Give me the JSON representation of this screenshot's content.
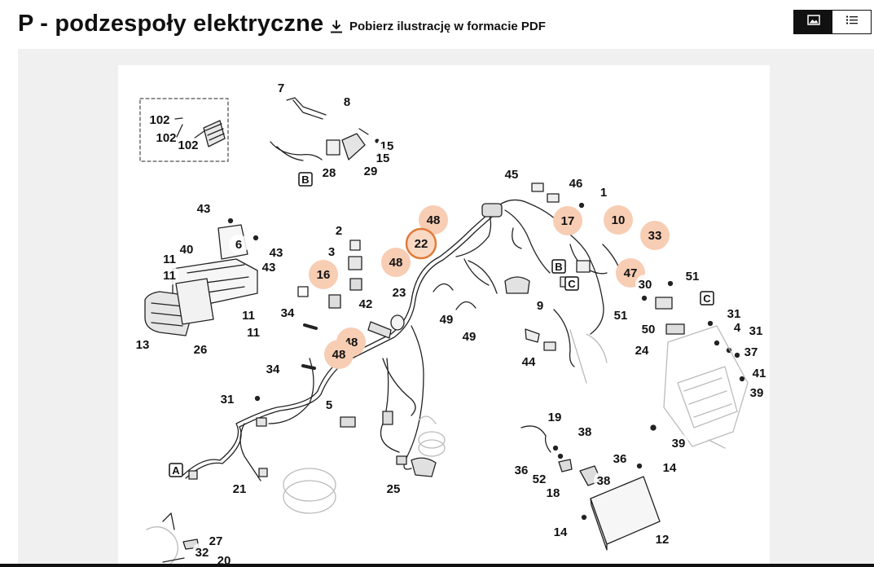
{
  "page": {
    "title": "P - podzespoły elektryczne",
    "pdf_link_label": "Pobierz ilustrację w formacie PDF"
  },
  "view_toggle": {
    "image_icon": "image-icon",
    "list_icon": "list-icon",
    "active": "image"
  },
  "colors": {
    "highlight_fill": "#f7cdb3",
    "selected_ring": "#e07b39",
    "panel_bg": "#f0f0f0"
  },
  "diagram": {
    "callouts": [
      {
        "id": "c102a",
        "label": "102"
      },
      {
        "id": "c102b",
        "label": "102"
      },
      {
        "id": "c102c",
        "label": "102"
      },
      {
        "id": "c7",
        "label": "7"
      },
      {
        "id": "c8",
        "label": "8"
      },
      {
        "id": "c15a",
        "label": "15"
      },
      {
        "id": "c15b",
        "label": "15"
      },
      {
        "id": "c28",
        "label": "28"
      },
      {
        "id": "c29",
        "label": "29"
      },
      {
        "id": "c45",
        "label": "45"
      },
      {
        "id": "c46",
        "label": "46"
      },
      {
        "id": "c1",
        "label": "1"
      },
      {
        "id": "c48a",
        "label": "48",
        "highlighted": true
      },
      {
        "id": "c17",
        "label": "17",
        "highlighted": true
      },
      {
        "id": "c10",
        "label": "10",
        "highlighted": true
      },
      {
        "id": "c33",
        "label": "33",
        "highlighted": true
      },
      {
        "id": "c22",
        "label": "22",
        "highlighted": true,
        "selected": true
      },
      {
        "id": "c48b",
        "label": "48",
        "highlighted": true
      },
      {
        "id": "c47",
        "label": "47",
        "highlighted": true
      },
      {
        "id": "c16",
        "label": "16",
        "highlighted": true
      },
      {
        "id": "c48c",
        "label": "48",
        "highlighted": true
      },
      {
        "id": "c48d",
        "label": "48",
        "highlighted": true
      },
      {
        "id": "c43a",
        "label": "43"
      },
      {
        "id": "c6",
        "label": "6"
      },
      {
        "id": "c43b",
        "label": "43"
      },
      {
        "id": "c43c",
        "label": "43"
      },
      {
        "id": "c40",
        "label": "40"
      },
      {
        "id": "c11a",
        "label": "11"
      },
      {
        "id": "c11b",
        "label": "11"
      },
      {
        "id": "c11c",
        "label": "11"
      },
      {
        "id": "c11d",
        "label": "11"
      },
      {
        "id": "c13",
        "label": "13"
      },
      {
        "id": "c26",
        "label": "26"
      },
      {
        "id": "c2",
        "label": "2"
      },
      {
        "id": "c3",
        "label": "3"
      },
      {
        "id": "c34a",
        "label": "34"
      },
      {
        "id": "c34b",
        "label": "34"
      },
      {
        "id": "c42",
        "label": "42"
      },
      {
        "id": "c23",
        "label": "23"
      },
      {
        "id": "c49a",
        "label": "49"
      },
      {
        "id": "c49b",
        "label": "49"
      },
      {
        "id": "c9",
        "label": "9"
      },
      {
        "id": "c51a",
        "label": "51"
      },
      {
        "id": "c51b",
        "label": "51"
      },
      {
        "id": "c30",
        "label": "30"
      },
      {
        "id": "c31a",
        "label": "31"
      },
      {
        "id": "c31b",
        "label": "31"
      },
      {
        "id": "c31c",
        "label": "31"
      },
      {
        "id": "c4",
        "label": "4"
      },
      {
        "id": "c50",
        "label": "50"
      },
      {
        "id": "c24",
        "label": "24"
      },
      {
        "id": "c37",
        "label": "37"
      },
      {
        "id": "c41",
        "label": "41"
      },
      {
        "id": "c39a",
        "label": "39"
      },
      {
        "id": "c39b",
        "label": "39"
      },
      {
        "id": "c44",
        "label": "44"
      },
      {
        "id": "c5",
        "label": "5"
      },
      {
        "id": "c19",
        "label": "19"
      },
      {
        "id": "c38a",
        "label": "38"
      },
      {
        "id": "c38b",
        "label": "38"
      },
      {
        "id": "c36a",
        "label": "36"
      },
      {
        "id": "c36b",
        "label": "36"
      },
      {
        "id": "c52",
        "label": "52"
      },
      {
        "id": "c18",
        "label": "18"
      },
      {
        "id": "c14a",
        "label": "14"
      },
      {
        "id": "c14b",
        "label": "14"
      },
      {
        "id": "c12",
        "label": "12"
      },
      {
        "id": "c21",
        "label": "21"
      },
      {
        "id": "c25",
        "label": "25"
      },
      {
        "id": "c27",
        "label": "27"
      },
      {
        "id": "c32",
        "label": "32"
      },
      {
        "id": "c20",
        "label": "20"
      }
    ],
    "connectors": [
      {
        "id": "mA",
        "label": "A"
      },
      {
        "id": "mB1",
        "label": "B"
      },
      {
        "id": "mB2",
        "label": "B"
      },
      {
        "id": "mC1",
        "label": "C"
      },
      {
        "id": "mC2",
        "label": "C"
      }
    ]
  }
}
